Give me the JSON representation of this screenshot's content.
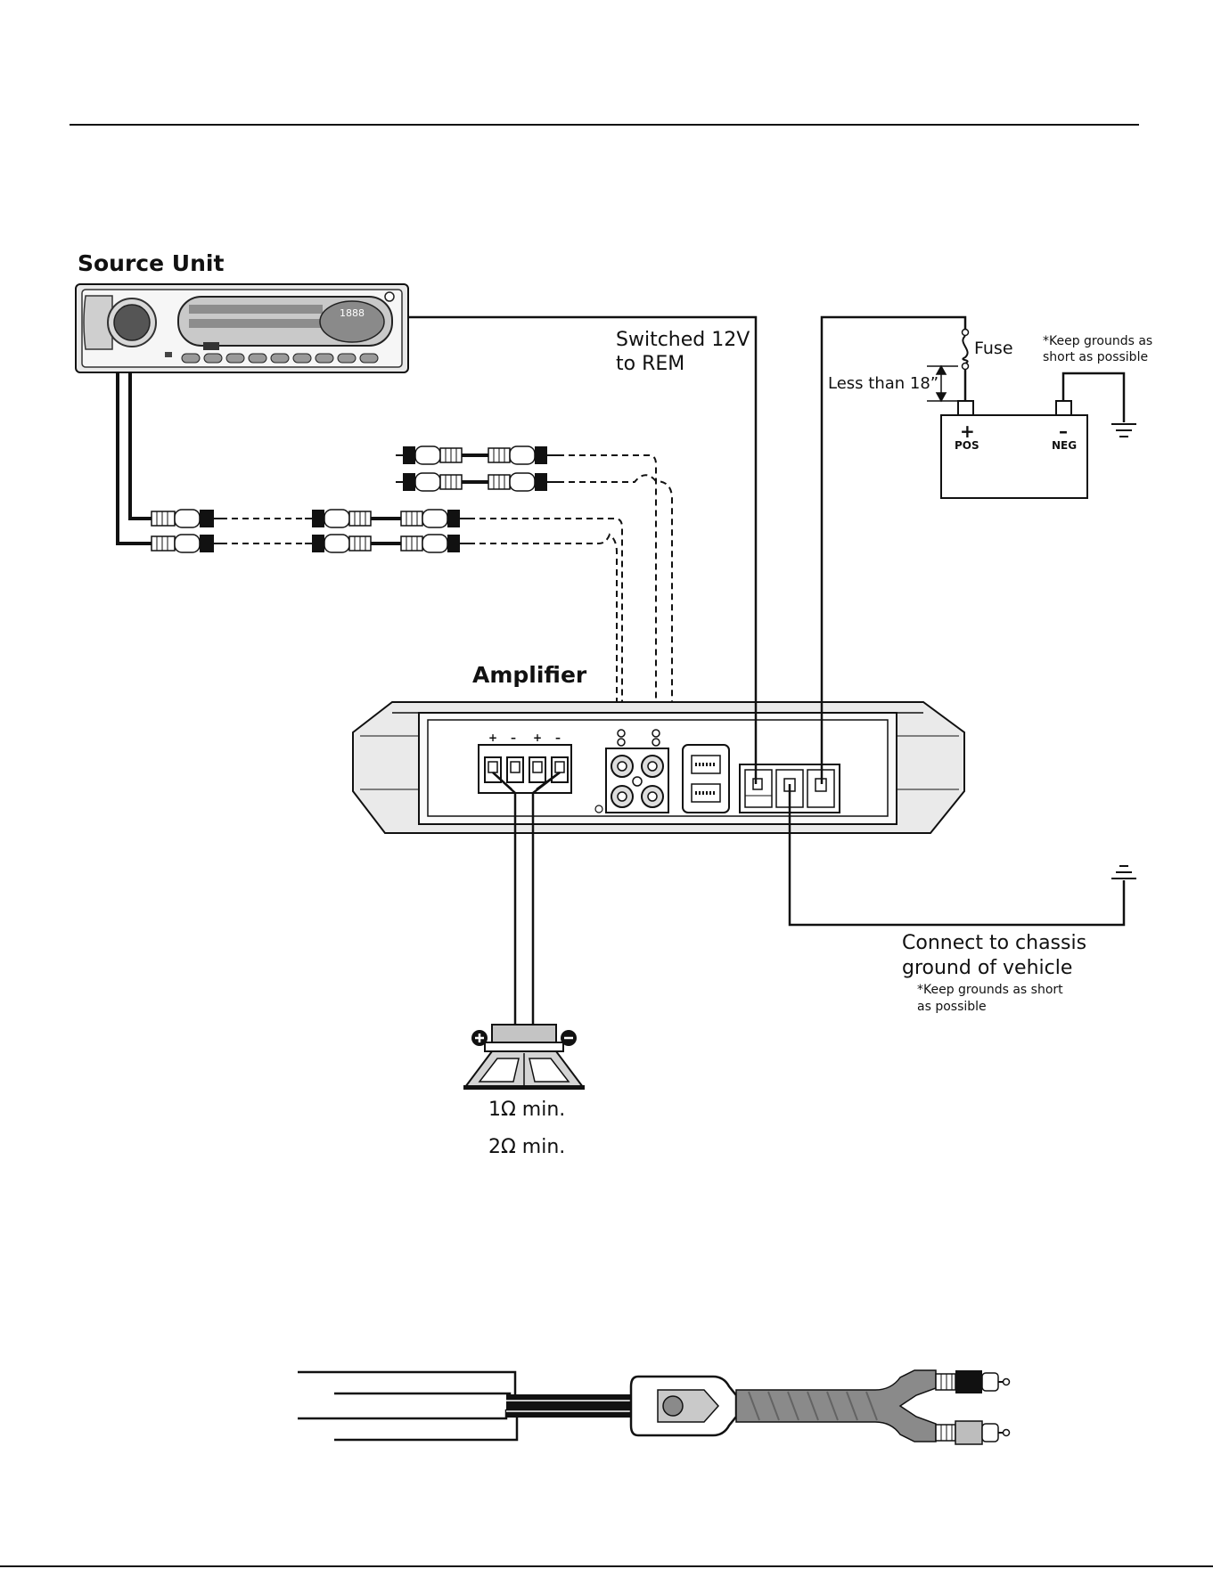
{
  "labels": {
    "source_unit": "Source Unit",
    "amplifier": "Amplifier",
    "switched_line1": "Switched 12V",
    "switched_line2": "to REM",
    "fuse": "Fuse",
    "less_than": "Less than 18”",
    "battery_pos_sign": "+",
    "battery_pos": "POS",
    "battery_neg_sign": "–",
    "battery_neg": "NEG",
    "keep_grounds_top_line1": "*Keep grounds as",
    "keep_grounds_top_line2": "short as possible",
    "chassis_line1": "Connect to chassis",
    "chassis_line2": "ground of vehicle",
    "keep_grounds_bottom_line1": "*Keep grounds as short",
    "keep_grounds_bottom_line2": "as possible",
    "impedance_1": "1Ω min.",
    "impedance_2": "2Ω min.",
    "terminal_signs": [
      "+",
      "–",
      "+",
      "–"
    ],
    "headunit_display": "1888"
  },
  "icons": {
    "ground_top": "ground-symbol-icon",
    "ground_chassis": "ground-symbol-icon",
    "fuse": "fuse-icon",
    "speaker": "subwoofer-speaker-icon",
    "adapter": "speaker-level-to-rca-adapter-icon",
    "speaker_pos": "plus-circle-icon",
    "speaker_neg": "minus-circle-icon"
  },
  "colors": {
    "ink": "#111111",
    "cable_fill": "#8a8a8a",
    "panel_fill": "#d4d4d4"
  }
}
